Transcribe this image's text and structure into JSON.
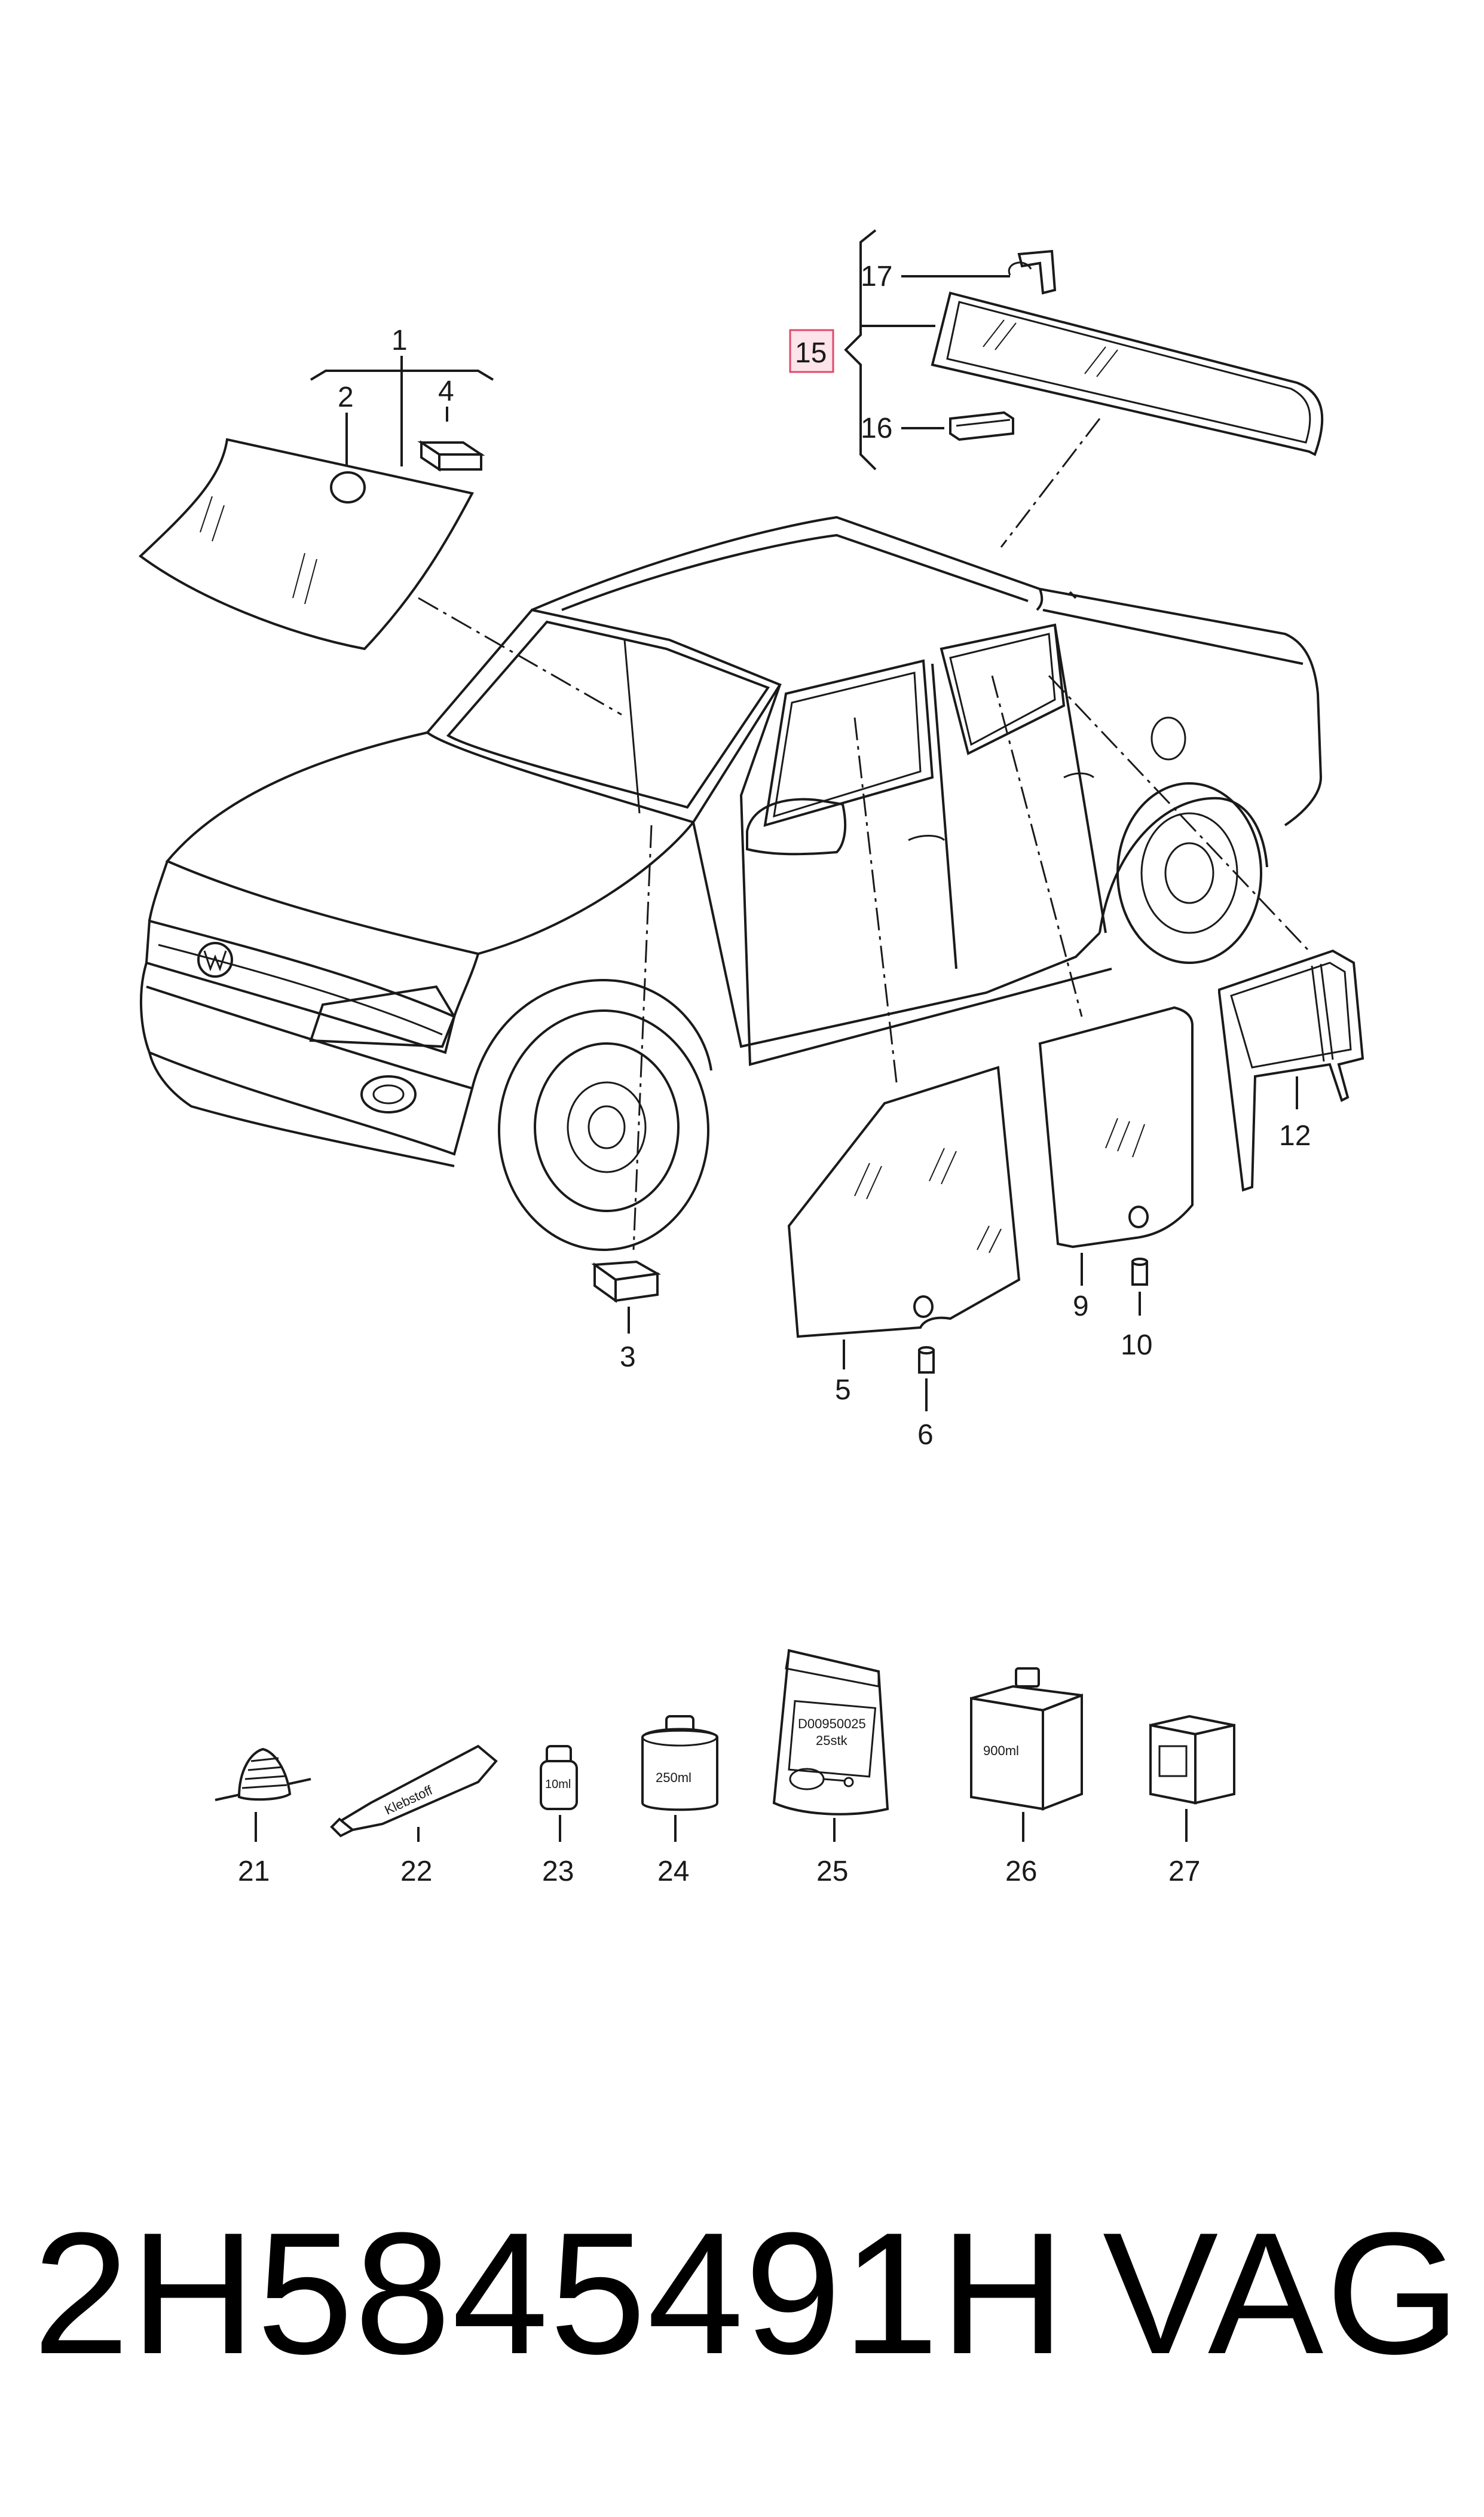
{
  "callouts": {
    "c1": "1",
    "c2": "2",
    "c3": "3",
    "c4": "4",
    "c5": "5",
    "c6": "6",
    "c9": "9",
    "c10": "10",
    "c12": "12",
    "c15": "15",
    "c16": "16",
    "c17": "17",
    "c21": "21",
    "c22": "22",
    "c23": "23",
    "c24": "24",
    "c25": "25",
    "c26": "26",
    "c27": "27"
  },
  "highlighted_callout": "15",
  "package_labels": {
    "tube": "Klebstoff",
    "vial": "10ml",
    "can": "250ml",
    "bag_line1": "D00950025",
    "bag_line2": "25stk",
    "jug": "900ml"
  },
  "footer": {
    "part_number": "2H5845491H",
    "brand": "VAG"
  },
  "colors": {
    "ink": "#1a1a1a",
    "highlight_fill": "#fde4ea",
    "highlight_stroke": "#e0496c"
  }
}
